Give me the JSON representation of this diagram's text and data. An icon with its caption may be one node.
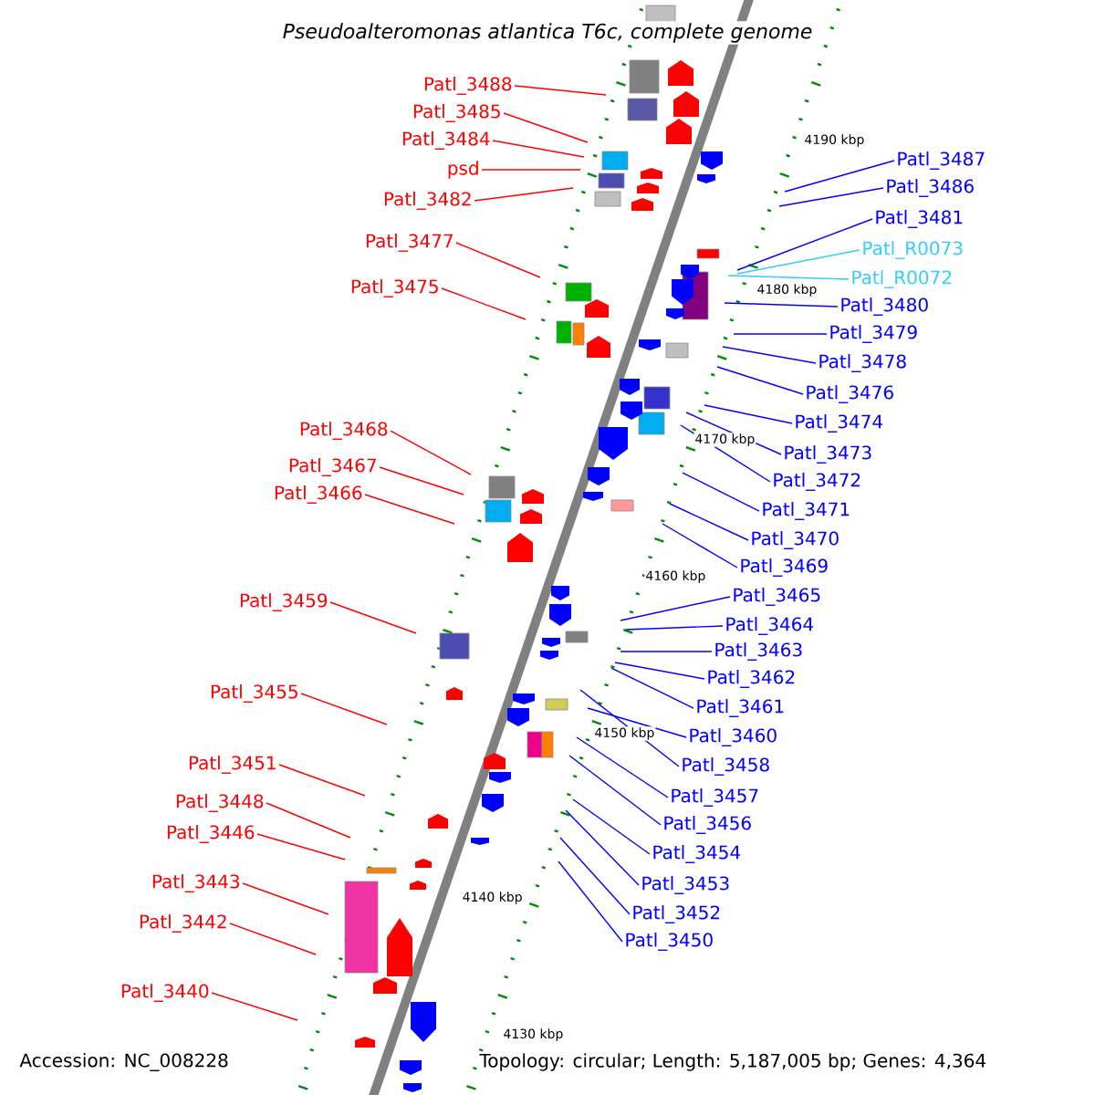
{
  "diagram": {
    "title": "Pseudoalteromonas atlantica T6c, complete genome",
    "nodes": [
      {
        "text": [
          "Patl_3488"
        ]
      },
      {
        "text": [
          "Patl_3485"
        ]
      },
      {
        "text": [
          "Patl_3484"
        ]
      },
      {
        "text": [
          "psd"
        ]
      },
      {
        "text": [
          "Patl_3482"
        ]
      },
      {
        "text": [
          "Patl_3477"
        ]
      },
      {
        "text": [
          "Patl_3475"
        ]
      },
      {
        "text": [
          "Patl_3468"
        ]
      },
      {
        "text": [
          "Patl_3467"
        ]
      },
      {
        "text": [
          "Patl_3466"
        ]
      },
      {
        "text": [
          "Patl_3459"
        ]
      },
      {
        "text": [
          "Patl_3455"
        ]
      },
      {
        "text": [
          "Patl_3451"
        ]
      },
      {
        "text": [
          "Patl_3448"
        ]
      },
      {
        "text": [
          "Patl_3446"
        ]
      },
      {
        "text": [
          "Patl_3443"
        ]
      },
      {
        "text": [
          "Patl_3442"
        ]
      },
      {
        "text": [
          "Patl_3440"
        ]
      },
      {
        "text": [
          "Patl_3487"
        ]
      },
      {
        "text": [
          "Patl_3486"
        ]
      },
      {
        "text": [
          "Patl_3481"
        ]
      },
      {
        "text": [
          "Patl_R0073"
        ]
      },
      {
        "text": [
          "Patl_R0072"
        ]
      },
      {
        "text": [
          "Patl_3480"
        ]
      },
      {
        "text": [
          "Patl_3479"
        ]
      },
      {
        "text": [
          "Patl_3478"
        ]
      },
      {
        "text": [
          "Patl_3476"
        ]
      },
      {
        "text": [
          "Patl_3474"
        ]
      },
      {
        "text": [
          "Patl_3473"
        ]
      },
      {
        "text": [
          "Patl_3472"
        ]
      },
      {
        "text": [
          "Patl_3471"
        ]
      },
      {
        "text": [
          "Patl_3470"
        ]
      },
      {
        "text": [
          "Patl_3469"
        ]
      },
      {
        "text": [
          "Patl_3465"
        ]
      },
      {
        "text": [
          "Patl_3464"
        ]
      },
      {
        "text": [
          "Patl_3463"
        ]
      },
      {
        "text": [
          "Patl_3462"
        ]
      },
      {
        "text": [
          "Patl_3461"
        ]
      },
      {
        "text": [
          "Patl_3460"
        ]
      },
      {
        "text": [
          "Patl_3458"
        ]
      },
      {
        "text": [
          "Patl_3457"
        ]
      },
      {
        "text": [
          "Patl_3456"
        ]
      },
      {
        "text": [
          "Patl_3454"
        ]
      },
      {
        "text": [
          "Patl_3453"
        ]
      },
      {
        "text": [
          "Patl_3452"
        ]
      },
      {
        "text": [
          "Patl_3450"
        ]
      }
    ],
    "edges": [
      {
        "from": 0,
        "to": null,
        "arrow": "none",
        "color": "#ff0000"
      },
      {
        "from": 1,
        "to": null,
        "arrow": "none",
        "color": "#ff0000"
      },
      {
        "from": 2,
        "to": null,
        "arrow": "none",
        "color": "#ff0000"
      },
      {
        "from": 3,
        "to": null,
        "arrow": "none",
        "color": "#ff0000"
      },
      {
        "from": 4,
        "to": null,
        "arrow": "none",
        "color": "#ff0000"
      },
      {
        "from": 5,
        "to": null,
        "arrow": "none",
        "color": "#ff0000"
      },
      {
        "from": 6,
        "to": null,
        "arrow": "none",
        "color": "#ff0000"
      },
      {
        "from": 7,
        "to": null,
        "arrow": "none",
        "color": "#ff0000"
      },
      {
        "from": 8,
        "to": null,
        "arrow": "none",
        "color": "#ff0000"
      },
      {
        "from": 9,
        "to": null,
        "arrow": "none",
        "color": "#ff0000"
      },
      {
        "from": 10,
        "to": null,
        "arrow": "none",
        "color": "#ff0000"
      },
      {
        "from": 11,
        "to": null,
        "arrow": "none",
        "color": "#ff0000"
      },
      {
        "from": 12,
        "to": null,
        "arrow": "none",
        "color": "#ff0000"
      },
      {
        "from": 13,
        "to": null,
        "arrow": "none",
        "color": "#ff0000"
      },
      {
        "from": 14,
        "to": null,
        "arrow": "none",
        "color": "#ff0000"
      },
      {
        "from": 15,
        "to": null,
        "arrow": "none",
        "color": "#ff0000"
      },
      {
        "from": 16,
        "to": null,
        "arrow": "none",
        "color": "#ff0000"
      },
      {
        "from": 17,
        "to": null,
        "arrow": "none",
        "color": "#ff0000"
      },
      {
        "from": 18,
        "to": null,
        "arrow": "none"
      },
      {
        "from": 19,
        "to": null,
        "arrow": "none"
      },
      {
        "from": 20,
        "to": null,
        "arrow": "none"
      },
      {
        "from": 21,
        "to": null,
        "arrow": "none",
        "color": "#33ccff"
      },
      {
        "from": 22,
        "to": null,
        "arrow": "none",
        "color": "#33ccff"
      },
      {
        "from": 23,
        "to": null,
        "arrow": "none"
      },
      {
        "from": 24,
        "to": null,
        "arrow": "none"
      },
      {
        "from": 25,
        "to": null,
        "arrow": "none"
      },
      {
        "from": 26,
        "to": null,
        "arrow": "none"
      },
      {
        "from": 27,
        "to": null,
        "arrow": "none"
      },
      {
        "from": 28,
        "to": null,
        "arrow": "none"
      },
      {
        "from": 29,
        "to": null,
        "arrow": "none"
      },
      {
        "from": 30,
        "to": null,
        "arrow": "none"
      },
      {
        "from": 31,
        "to": null,
        "arrow": "none"
      },
      {
        "from": 32,
        "to": null,
        "arrow": "none"
      },
      {
        "from": 33,
        "to": null,
        "arrow": "none"
      },
      {
        "from": 34,
        "to": null,
        "arrow": "none"
      },
      {
        "from": 35,
        "to": null,
        "arrow": "none"
      },
      {
        "from": 36,
        "to": null,
        "arrow": "none"
      },
      {
        "from": 37,
        "to": null,
        "arrow": "none"
      },
      {
        "from": 38,
        "to": null,
        "arrow": "none"
      },
      {
        "from": 39,
        "to": null,
        "arrow": "none"
      },
      {
        "from": 40,
        "to": null,
        "arrow": "none"
      },
      {
        "from": 41,
        "to": null,
        "arrow": "none"
      },
      {
        "from": 42,
        "to": null,
        "arrow": "none"
      },
      {
        "from": 43,
        "to": null,
        "arrow": "none"
      },
      {
        "from": 44,
        "to": null,
        "arrow": "none"
      },
      {
        "from": 45,
        "to": null,
        "arrow": "none"
      }
    ],
    "labels": [
      "4190 kbp",
      "4180 kbp",
      "4170 kbp",
      "4160 kbp",
      "4150 kbp",
      "4140 kbp",
      "4130 kbp",
      "Accession: NC_008228",
      "Topology: circular; Length: 5,187,005 bp; Genes: 4,364"
    ]
  }
}
